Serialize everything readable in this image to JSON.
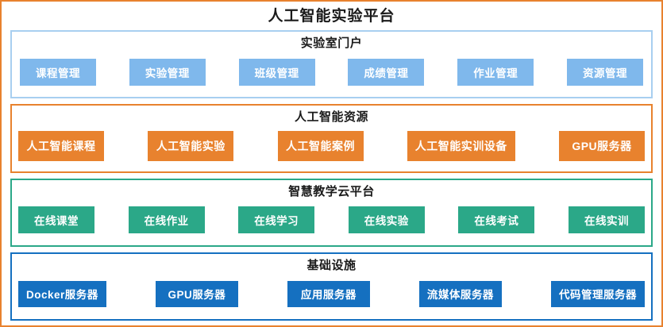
{
  "platform": {
    "title": "人工智能实验平台",
    "border_color": "#E8822E"
  },
  "layers": [
    {
      "key": "portal",
      "title": "实验室门户",
      "accent_color": "#7FB8EC",
      "border_color": "#A8CFF0",
      "items": [
        {
          "label": "课程管理"
        },
        {
          "label": "实验管理"
        },
        {
          "label": "班级管理"
        },
        {
          "label": "成绩管理"
        },
        {
          "label": "作业管理"
        },
        {
          "label": "资源管理"
        }
      ]
    },
    {
      "key": "resources",
      "title": "人工智能资源",
      "accent_color": "#E8822E",
      "border_color": "#E8822E",
      "items": [
        {
          "label": "人工智能课程"
        },
        {
          "label": "人工智能实验"
        },
        {
          "label": "人工智能案例"
        },
        {
          "label": "人工智能实训设备"
        },
        {
          "label": "GPU服务器"
        }
      ]
    },
    {
      "key": "cloud",
      "title": "智慧教学云平台",
      "accent_color": "#2BA888",
      "border_color": "#2BA888",
      "items": [
        {
          "label": "在线课堂"
        },
        {
          "label": "在线作业"
        },
        {
          "label": "在线学习"
        },
        {
          "label": "在线实验"
        },
        {
          "label": "在线考试"
        },
        {
          "label": "在线实训"
        }
      ]
    },
    {
      "key": "infra",
      "title": "基础设施",
      "accent_color": "#1570C0",
      "border_color": "#1570C0",
      "items": [
        {
          "label": "Docker服务器"
        },
        {
          "label": "GPU服务器"
        },
        {
          "label": "应用服务器"
        },
        {
          "label": "流媒体服务器"
        },
        {
          "label": "代码管理服务器"
        }
      ]
    }
  ]
}
